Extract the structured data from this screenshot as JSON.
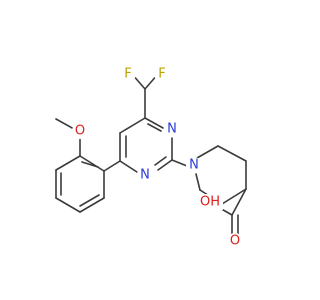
{
  "molecule": {
    "atoms": [
      {
        "id": "F1",
        "label": "F",
        "color": "#b8a400"
      },
      {
        "id": "F2",
        "label": "F",
        "color": "#b8a400"
      },
      {
        "id": "N1",
        "label": "N",
        "color": "#2a39d6"
      },
      {
        "id": "N2",
        "label": "N",
        "color": "#2a39d6"
      },
      {
        "id": "N3",
        "label": "N",
        "color": "#2a39d6"
      },
      {
        "id": "O1",
        "label": "O",
        "color": "#e0201b"
      },
      {
        "id": "O2",
        "label": "O",
        "color": "#e0201b"
      },
      {
        "id": "OH",
        "label": "OH",
        "color": "#e0201b"
      }
    ]
  }
}
